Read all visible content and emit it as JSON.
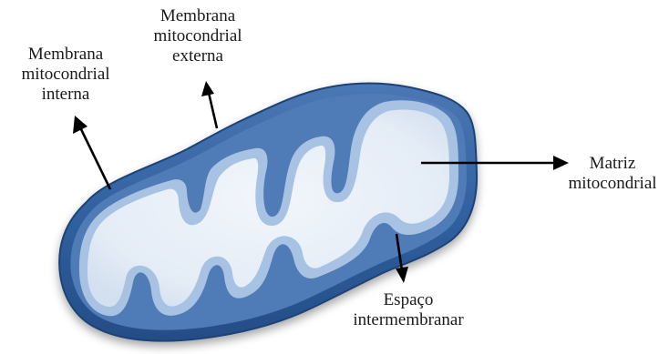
{
  "labels": {
    "inner_membrane": [
      "Membrana",
      "mitocondrial",
      "interna"
    ],
    "outer_membrane": [
      "Membrana",
      "mitocondrial",
      "externa"
    ],
    "matrix": [
      "Matriz",
      "mitocondrial"
    ],
    "intermembrane_space": [
      "Espaço",
      "intermembranar"
    ]
  },
  "colors": {
    "outer_membrane": "#2f5f9e",
    "outer_membrane_edge": "#1d4376",
    "intermembrane_space": "#5b85bd",
    "inner_membrane": "#9fbde0",
    "matrix": "#e6edf6",
    "arrow": "#000000"
  }
}
